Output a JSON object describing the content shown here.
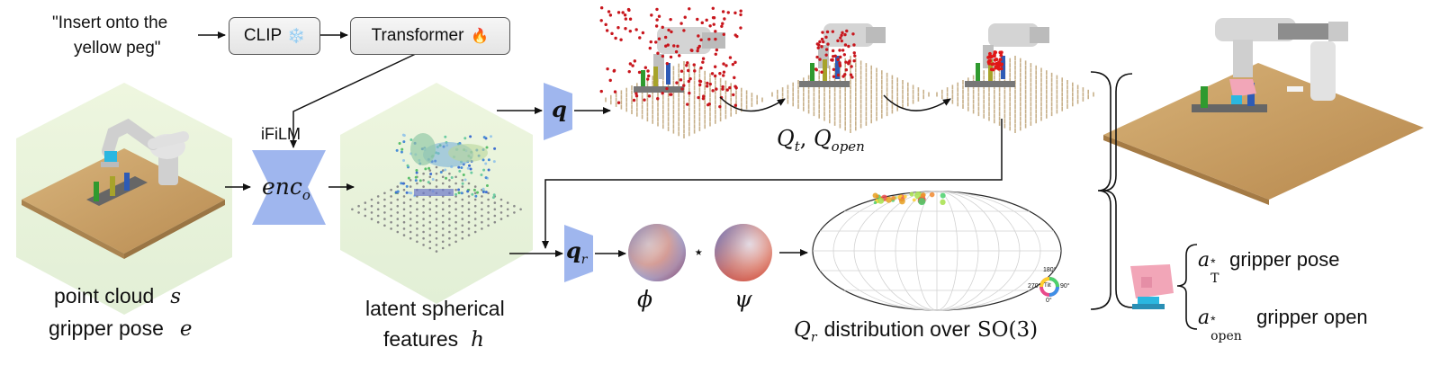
{
  "prompt": {
    "line1": "\"Insert onto the",
    "line2": "yellow peg\""
  },
  "clip_box": {
    "label": "CLIP",
    "icon": "snowflake-icon",
    "glyph": "❄️"
  },
  "transformer_box": {
    "label": "Transformer",
    "icon": "fire-icon",
    "glyph": "🔥"
  },
  "ifilm_label": "iFiLM",
  "encoder": {
    "base": "enc",
    "sub": "o",
    "color": "#9fb6ee"
  },
  "q_head": {
    "base": "q",
    "color": "#9fb6ee"
  },
  "qr_head": {
    "base": "q",
    "sub": "r",
    "color": "#9fb6ee"
  },
  "input_caption": {
    "line1_text": "point cloud",
    "line1_var": "s",
    "line2_text": "gripper pose",
    "line2_var": "e"
  },
  "latent_caption": {
    "line1": "latent spherical",
    "line2_text": "features",
    "line2_var": "h"
  },
  "q_caption": {
    "q": "Q",
    "t": "t",
    "sep": ", ",
    "open": "open"
  },
  "phi_label": "ϕ",
  "psi_label": "ψ",
  "conv_star": "⋆",
  "so3_caption": {
    "var": "Q",
    "sub": "r",
    "text": "distribution over",
    "group": "SO(3)"
  },
  "color_wheel": {
    "top": "180°",
    "left": "270°",
    "right": "90°",
    "bottom": "0°",
    "center": "Tilt"
  },
  "action": {
    "pose_var": "a",
    "pose_sup": "*",
    "pose_sub": "T",
    "pose_text": "gripper pose",
    "open_var": "a",
    "open_sup": "*",
    "open_sub": "open",
    "open_text": "gripper open"
  },
  "colors": {
    "encoder_blue": "#9fb6ee",
    "gripper_pink": "#f2a6b8",
    "gripper_cyan": "#2bb7e0",
    "sample_red": "#c8161d",
    "table_wood": "#c9a26a"
  }
}
